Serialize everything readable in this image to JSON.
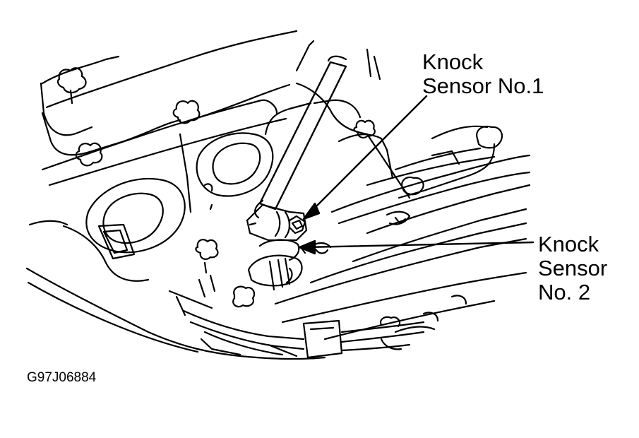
{
  "labels": {
    "knock_sensor_1": "Knock\nSensor No.1",
    "knock_sensor_2": "Knock\nSensor\nNo. 2"
  },
  "figure_code": "G97J06884",
  "colors": {
    "ink": "#000000",
    "background": "#ffffff"
  }
}
